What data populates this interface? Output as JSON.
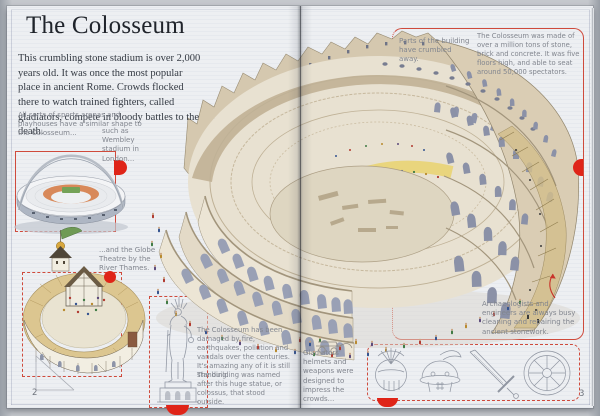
{
  "book": {
    "title": "The Colosseum",
    "intro": "This crumbling stone stadium is over 2,000 years old. It was once the most popular place in ancient Rome. Crowds flocked there to watch trained fighters, called gladiators, compete in bloody battles to the death.",
    "left_page_number": "2",
    "right_page_number": "3",
    "annotations": {
      "arenas": "All sorts of sports arenas and playhouses have a similar shape to the Colosseum...",
      "wembley": "such as Wembley stadium in London...",
      "globe": "...and the Globe Theatre by the River Thames.",
      "damage": "The Colosseum has been damaged by fire, earthquakes, pollution and vandals over the centuries. It's amazing any of it is still standing.",
      "statue": "The building was named after this huge statue, or colossus, that stood outside.",
      "crumbled": "Parts of the building have crumbled away.",
      "construction": "The Colosseum was made of over a million tons of stone, brick and concrete. It was five floors high, and able to seat around 50,000 spectators.",
      "archaeologists": "Archaeologists and engineers are always busy cleaning and repairing the ancient stonework.",
      "gladiators": "Gladiators' helmets and weapons were designed to impress the crowds..."
    },
    "illustrations": {
      "main": "Cutaway illustration of the Colosseum with visitors",
      "wembley": "Wembley stadium",
      "globe": "Globe Theatre",
      "statue": "Colossus statue pencil sketch",
      "sketches": "Gladiator helmets, sword and shield pencil sketches"
    },
    "colors": {
      "accent_red": "#cf4a3c",
      "tab_red": "#df2418",
      "paper": "#edeff2",
      "stone": "#d8cbb2",
      "arch_shadow": "#8e94aa",
      "walkway_yellow": "#e9d478"
    }
  }
}
